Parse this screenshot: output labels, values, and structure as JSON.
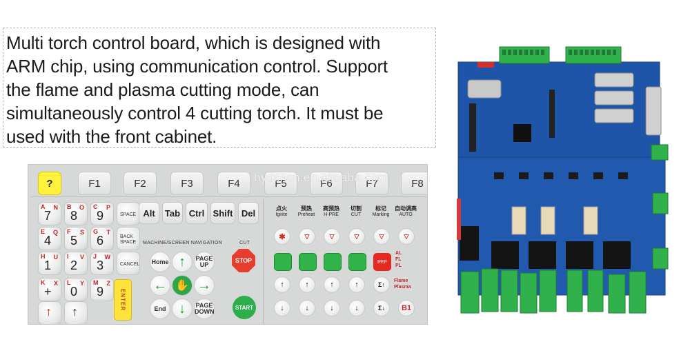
{
  "description": {
    "lines": [
      "Multi torch control board, which is designed with",
      "ARM chip, using communication control. Support",
      "the flame and plasma cutting mode, can",
      "simultaneously control 4 cutting torch. It must be",
      "used with the front cabinet."
    ]
  },
  "keyboard": {
    "help_key": "?",
    "function_keys": [
      "F1",
      "F2",
      "F3",
      "F4",
      "F5",
      "F6",
      "F7",
      "F8"
    ],
    "digits": [
      {
        "main": "7",
        "sub": "A",
        "sub2": "N"
      },
      {
        "main": "8",
        "sub": "O",
        "sub2": "B"
      },
      {
        "main": "9",
        "sub": "P",
        "sub2": "C"
      },
      {
        "main": "4",
        "sub": "Q",
        "sub2": "E"
      },
      {
        "main": "5",
        "sub": "S",
        "sub2": "F"
      },
      {
        "main": "6",
        "sub": "T",
        "sub2": "G"
      },
      {
        "main": "1",
        "sub": "U",
        "sub2": "H"
      },
      {
        "main": "2",
        "sub": "V",
        "sub2": "I"
      },
      {
        "main": "3",
        "sub": "W",
        "sub2": "J"
      },
      {
        "main": "+",
        "sub": "X",
        "sub2": "K"
      },
      {
        "main": "0",
        "sub": "Y",
        "sub2": "L"
      },
      {
        "main": "9",
        "sub": "Z",
        "sub2": "M"
      }
    ],
    "space_label": "SPACE",
    "back_space_label": "BACK SPACE",
    "cancel_label": "CANCEL",
    "enter_label": "ENTER",
    "mod_keys": [
      "Alt",
      "Tab",
      "Ctrl",
      "Shift",
      "Del"
    ],
    "nav_title": "MACHINE/SCREEN NAVIGATION",
    "home_label": "Home",
    "page_up_label": "PAGE UP",
    "end_label": "End",
    "page_down_label": "PAGE DOWN",
    "cut_title": "CUT",
    "stop_label": "STOP",
    "start_label": "START",
    "functions": [
      {
        "cn": "点火",
        "en": "Ignite"
      },
      {
        "cn": "预热",
        "en": "Preheat"
      },
      {
        "cn": "高预热",
        "en": "H-PRE"
      },
      {
        "cn": "切割",
        "en": "CUT"
      },
      {
        "cn": "标记",
        "en": "Marking"
      },
      {
        "cn": "自动调高",
        "en": "AUTO"
      }
    ],
    "ref_label": "REF",
    "al_labels": [
      "AL",
      "FL",
      "PL"
    ],
    "flame_plasma_label": "Flame Plasma",
    "b1_label": "B1",
    "watermark": "hydcncn.en.alibaba.com"
  },
  "pcb_board": {
    "board_color": "#1f55a8",
    "connector_color": "#30b14c"
  }
}
